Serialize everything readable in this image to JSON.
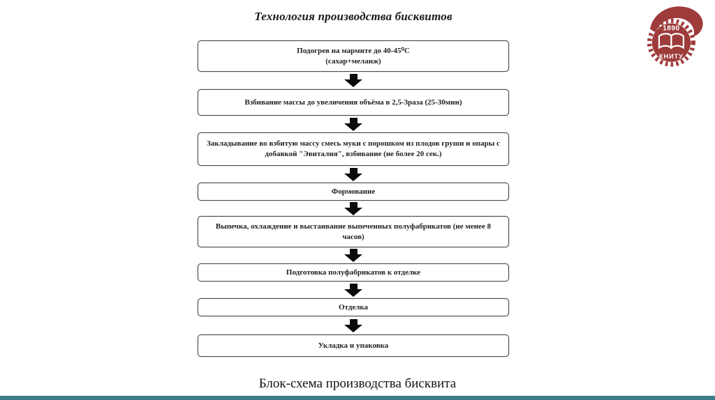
{
  "slide": {
    "title": "Технология производства бисквитов",
    "caption": "Блок-схема производства бисквита",
    "accent_bar_color": "#3D7E8D"
  },
  "logo": {
    "year": "1890",
    "label": "КНИТУ",
    "color": "#9E3B3B"
  },
  "flowchart": {
    "steps": [
      {
        "label": "Подогрев на мармите до 40-45⁰С\n(сахар+меланж)"
      },
      {
        "label": "Взбивание массы до увеличения объёма в 2,5-3раза (25-30мин)"
      },
      {
        "label": "Закладывание во взбитую массу смесь муки с порошком из плодов груши  и опары с добавкой \"Эвиталия\", взбивание (не более 20 сек.)"
      },
      {
        "label": "Формование"
      },
      {
        "label": "Выпечка, охлаждение и выстаивание выпеченных полуфабрикатов (не менее 8 часов)"
      },
      {
        "label": "Подготовка полуфабрикатов к отделке"
      },
      {
        "label": "Отделка"
      },
      {
        "label": "Укладка и упаковка"
      }
    ]
  }
}
